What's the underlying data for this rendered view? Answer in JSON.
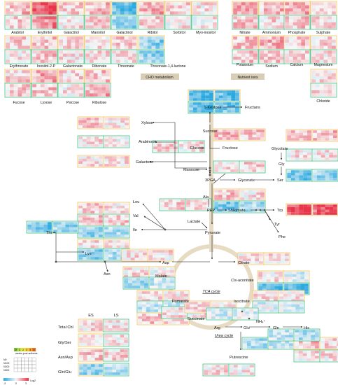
{
  "colors": {
    "box_yellow": "#f2c15a",
    "box_green": "#3fc07f",
    "high": "#e8344a",
    "low": "#2aa8e0",
    "neutral": "#f7f7f7",
    "section_tag": "#d8cdb5"
  },
  "top_row": {
    "labels": [
      "Arabitol",
      "Erythritol",
      "Galactitol",
      "Mannitol",
      "Galactinol",
      "Ribitol",
      "Sorbitol",
      "Myo-inositol",
      "Nitrate",
      "Ammonium",
      "Phosphate",
      "Sulphate"
    ]
  },
  "second_row": {
    "labels": [
      "Erythronate",
      "Inositol-2-P",
      "Galactonate",
      "Ribonate",
      "Threonate",
      "Threonate-1,4-lactone",
      "Potassium",
      "Sodium",
      "Calcium",
      "Magnesium"
    ]
  },
  "third_row": {
    "labels": [
      "Fucose",
      "Lyxose",
      "Psicose",
      "Ribulose",
      "Chloride"
    ]
  },
  "sections": {
    "cho": "CHO metabolism",
    "ions": "Nutrient ions"
  },
  "pathway": {
    "kestose": "1-Kestose",
    "fructans": "Fructans",
    "xylose": "Xylose",
    "arabinose": "Arabinose",
    "galactose": "Galactose",
    "sucrose": "Sucrose",
    "glucose": "Glucose",
    "fructose": "Fructose",
    "mannose": "Mannose",
    "pga": "3PGA",
    "glycerate": "Glycerate",
    "glycolate": "Glycolate",
    "gly": "Gly",
    "ser": "Ser",
    "ala": "Ala",
    "pep": "PEP",
    "shikimate": "Shikimate",
    "trp": "Trp",
    "tyr": "Tyr",
    "phe": "Phe",
    "leu": "Leu",
    "val": "Val",
    "ile": "Ile",
    "lactate": "Lactate",
    "pyruvate": "Pyruvate",
    "thr": "Thr",
    "lys": "Lys",
    "asp": "Asp",
    "asn": "Asn",
    "citrate": "Citrate",
    "malate": "Malate",
    "cis_aconitate_italic": "Cis",
    "cis_aconitate_rest": "-aconitate",
    "tca": "TCA cycle",
    "fumarate": "Fumarate",
    "isocitrate": "Isocitrate",
    "succinate": "Succinate",
    "arg": "Arg",
    "glu": "Glu",
    "nh4": "NH₄⁺",
    "gln": "Gln",
    "his": "His",
    "urea": "Urea cycle",
    "putrescine": "Putrescine"
  },
  "ratios": {
    "es": "ES",
    "ls": "LS",
    "rows": [
      "Total Chl",
      "Gly/Ser",
      "Asn/Asp",
      "Gln/Glu"
    ]
  },
  "legend": {
    "week_numbers": [
      "0",
      "1",
      "2",
      "3",
      "4",
      "5"
    ],
    "weeks_caption": "weeks post anthesis",
    "rows": [
      "N0",
      "N100",
      "N200",
      "N300"
    ],
    "scale_min": "-3",
    "scale_mid": "0",
    "scale_max": "3",
    "scale_unit": "Log2"
  }
}
